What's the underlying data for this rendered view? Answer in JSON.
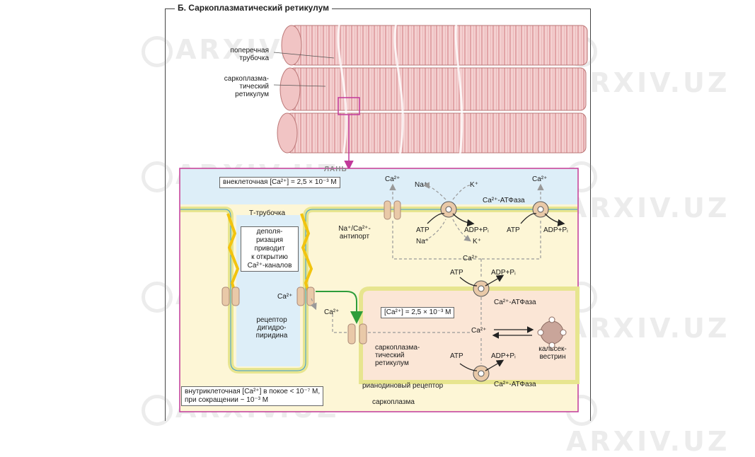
{
  "section_title": "Б. Саркоплазматический ретикулум",
  "watermark": "ARXIV.UZ",
  "publisher_logo": "ЛАНЬ",
  "fiber_labels": {
    "t_tubule": "поперечная\nтрубочка",
    "sr": "саркоплазма-\nтический\nретикулум"
  },
  "extracellular": "внеклеточная [Ca²⁺] = 2,5 × 10⁻³ M",
  "t_tubule": "Т-трубочка",
  "depolarization": "деполя-\nризация\nприводит\nк открытию\nCa²⁺-каналов",
  "dhp_receptor": "рецептор\nдигидро-\nпиридина",
  "antiporter": "Na⁺/Ca²⁺-\nантипорт",
  "sr_concentration": "[Ca²⁺] = 2,5 × 10⁻³ M",
  "sr_label": "саркоплазма-\nтический\nретикулум",
  "ryanodine": "рианодиновый рецептор",
  "sarcoplasm": "саркоплазма",
  "calsequestrin": "кальсек-\nвестрин",
  "intracellular": "внутриклеточная [Ca²⁺] в покое < 10⁻⁷ M,\nпри сокращении ~ 10⁻³ M",
  "ions": {
    "ca": "Ca²⁺",
    "na": "Na⁺",
    "k": "K⁺"
  },
  "atpase": "Ca²⁺-АТФаза",
  "atp": "ATP",
  "adp": "ADP+Pᵢ",
  "colors": {
    "outer_panel_border": "#c1399a",
    "extracellular_bg": "#ddeef8",
    "cytoplasm_bg": "#fdf6d6",
    "membrane": "#e7e58f",
    "sr_lumen": "#fbe6d6",
    "lightning": "#f2c40f",
    "green_arrow": "#2e9d3a",
    "pump": "#e9c9a8",
    "fiber": "#f1c4c4"
  }
}
